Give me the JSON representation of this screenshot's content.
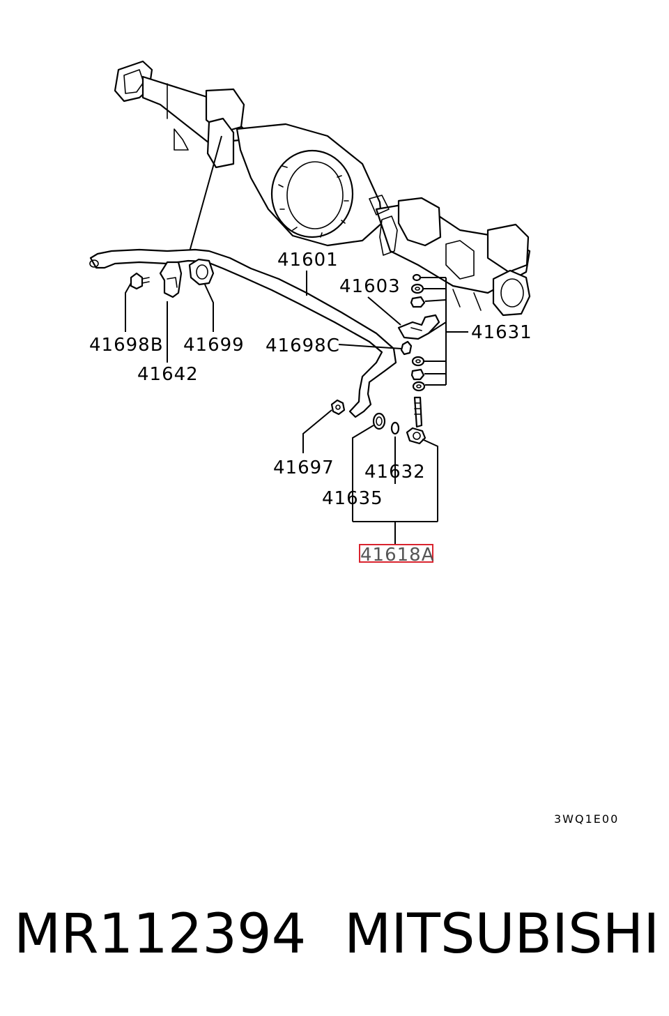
{
  "diagram": {
    "callouts": {
      "c41601": "41601",
      "c41603": "41603",
      "c41631": "41631",
      "c41698C": "41698C",
      "c41698B": "41698B",
      "c41699": "41699",
      "c41642": "41642",
      "c41697": "41697",
      "c41632": "41632",
      "c41635": "41635",
      "c41618A": "41618A"
    },
    "highlighted_part": "41618A",
    "highlight_color": "#d9232e",
    "drawing_code": "3WQ1E00"
  },
  "footer": {
    "part_number": "MR112394",
    "brand": "MITSUBISHI"
  }
}
